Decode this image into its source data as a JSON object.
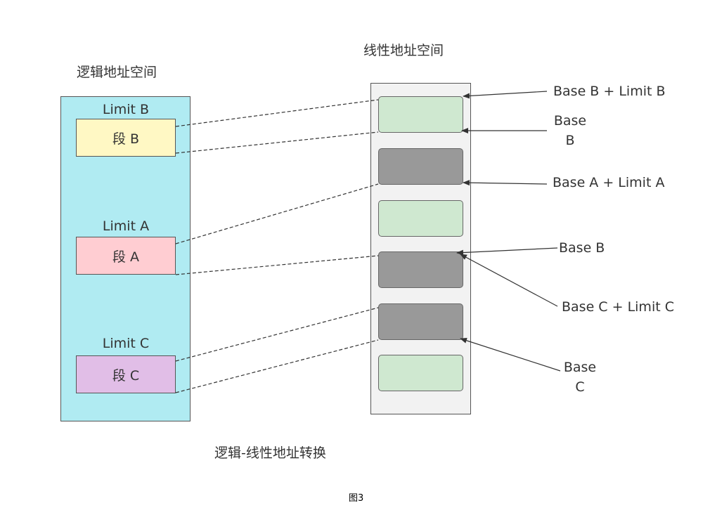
{
  "titles": {
    "logical": "逻辑地址空间",
    "linear": "线性地址空间",
    "conversion": "逻辑-线性地址转换"
  },
  "logical_space": {
    "color": "#b0ebf2",
    "segments": [
      {
        "limit_label": "Limit B",
        "label": "段 B",
        "color": "#fff8c4"
      },
      {
        "limit_label": "Limit A",
        "label": "段 A",
        "color": "#ffcdd2"
      },
      {
        "limit_label": "Limit C",
        "label": "段 C",
        "color": "#e1bee7"
      }
    ]
  },
  "linear_space": {
    "color": "#f2f2f2",
    "blocks": [
      {
        "kind": "free",
        "color": "#cfe8d0"
      },
      {
        "kind": "used",
        "color": "#999999"
      },
      {
        "kind": "free",
        "color": "#cfe8d0"
      },
      {
        "kind": "used",
        "color": "#999999"
      },
      {
        "kind": "used",
        "color": "#999999"
      },
      {
        "kind": "free",
        "color": "#cfe8d0"
      }
    ]
  },
  "annotations": {
    "base_b_limit_b": "Base B + Limit B",
    "base_b_line1": "Base",
    "base_b_line2": "B",
    "base_a_limit_a": "Base A + Limit A",
    "base_b_alt": "Base B",
    "base_c_limit_c": "Base C + Limit C",
    "base_c_line1": "Base",
    "base_c_line2": "C"
  },
  "caption": "图3"
}
